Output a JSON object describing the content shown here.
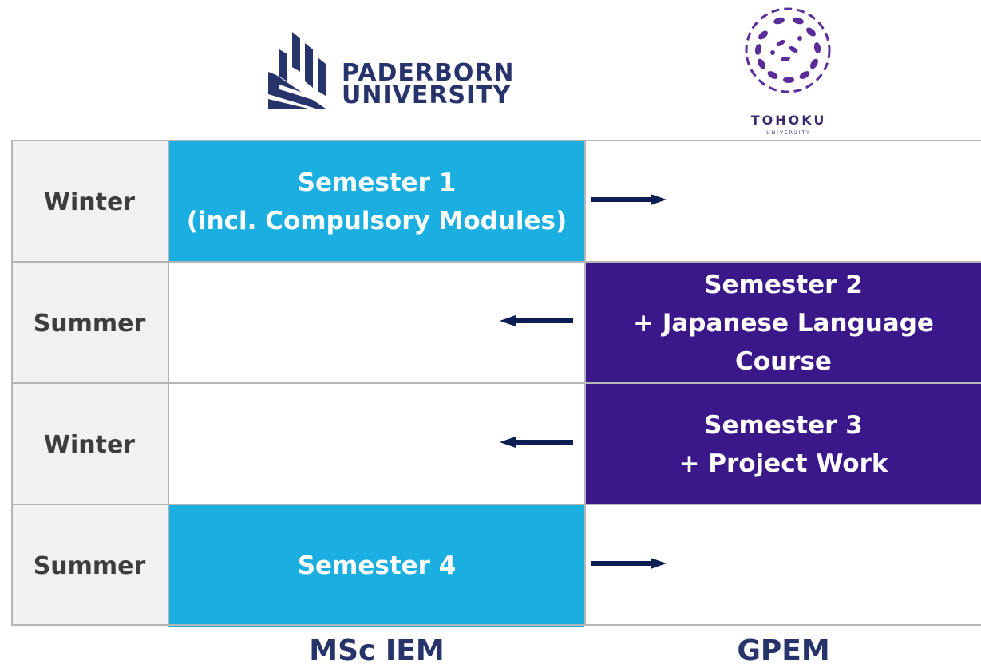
{
  "logos": {
    "paderborn": {
      "line1": "PADERBORN",
      "line2": "UNIVERSITY"
    },
    "tohoku": {
      "name": "TOHOKU",
      "sub": "UNIVERSITY"
    }
  },
  "rows": [
    {
      "season": "Winter",
      "paderborn": [
        "Semester 1",
        "(incl. Compulsory Modules)"
      ],
      "tohoku": [],
      "arrow": "right"
    },
    {
      "season": "Summer",
      "paderborn": [],
      "tohoku": [
        "Semester 2",
        "+ Japanese Language Course"
      ],
      "arrow": "left"
    },
    {
      "season": "Winter",
      "paderborn": [],
      "tohoku": [
        "Semester 3",
        "+ Project Work"
      ],
      "arrow": "left"
    },
    {
      "season": "Summer",
      "paderborn": [
        "Semester 4"
      ],
      "tohoku": [],
      "arrow": "right"
    }
  ],
  "footer": {
    "left": "MSc IEM",
    "right": "GPEM"
  },
  "colors": {
    "paderborn_blue": "#1aaee1",
    "tohoku_purple": "#3b188a",
    "arrow": "#0d1e55",
    "text_dark": "#27336b"
  }
}
